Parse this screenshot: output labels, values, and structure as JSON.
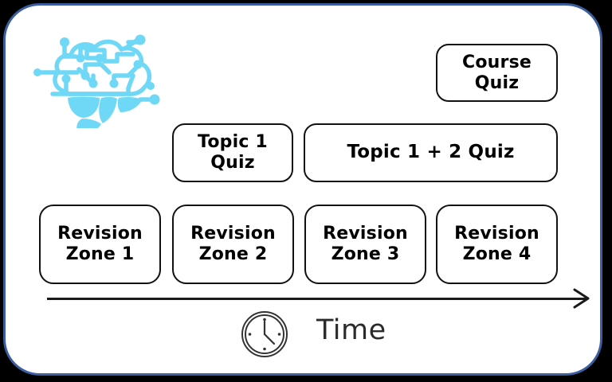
{
  "slide": {
    "frame_border_color": "#3A5E9E",
    "background_color": "#FFFFFF",
    "page_background_color": "#000000"
  },
  "logo": {
    "name": "circuit-brain-logo",
    "color": "#6FD8F7",
    "alt": "AI circuit brain"
  },
  "nodes": {
    "course_quiz": {
      "label": "Course\nQuiz"
    },
    "topic1_quiz": {
      "label": "Topic 1\nQuiz"
    },
    "topic12_quiz": {
      "label": "Topic 1 + 2 Quiz"
    },
    "revision_zones": [
      {
        "label": "Revision\nZone 1"
      },
      {
        "label": "Revision\nZone 2"
      },
      {
        "label": "Revision\nZone 3"
      },
      {
        "label": "Revision\nZone 4"
      }
    ]
  },
  "axis": {
    "label": "Time",
    "arrow_direction": "right",
    "line_color": "#1A1A1A"
  },
  "clock": {
    "name": "clock-icon",
    "hour_hand": "4:30 position",
    "minute_hand": "12 position",
    "color": "#333333"
  }
}
